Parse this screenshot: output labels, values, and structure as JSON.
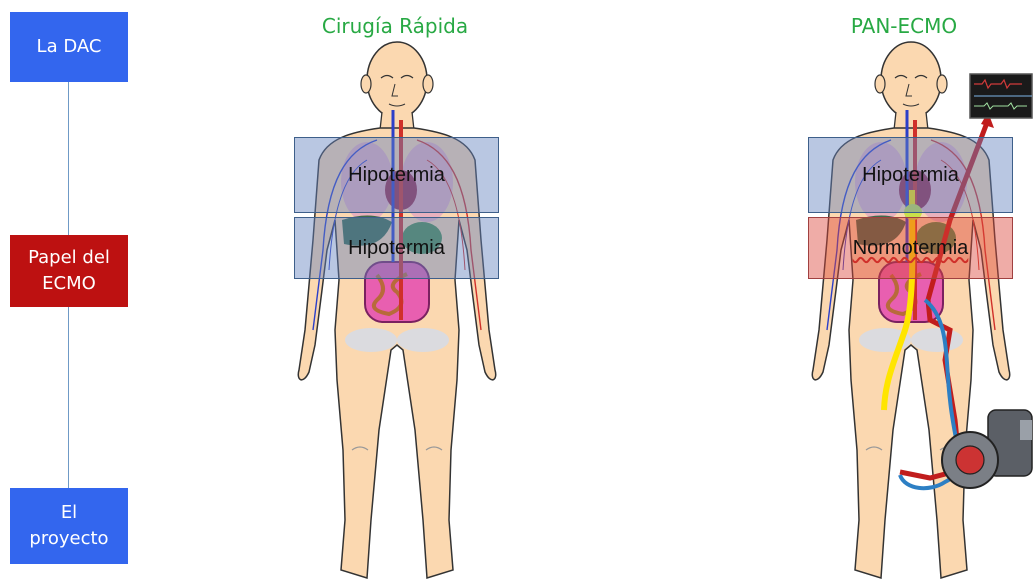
{
  "timeline": {
    "items": [
      {
        "label": "La DAC",
        "color": "#3366ee"
      },
      {
        "label": "Papel del ECMO",
        "color": "#bd1111"
      },
      {
        "label": "El proyecto",
        "color": "#3366ee"
      }
    ]
  },
  "panels": {
    "left": {
      "title": "Cirugía Rápida",
      "band_top": "Hipotermia",
      "band_mid": "Hipotermia"
    },
    "right": {
      "title": "PAN-ECMO",
      "band_top": "Hipotermia",
      "band_mid": "Normotermia"
    }
  },
  "colors": {
    "title_green": "#28a944",
    "skin": "#fbd8b0",
    "artery": "#d0302a",
    "vein": "#2c3fc9",
    "band_blue": "#6482be",
    "band_red": "#dc463c"
  }
}
